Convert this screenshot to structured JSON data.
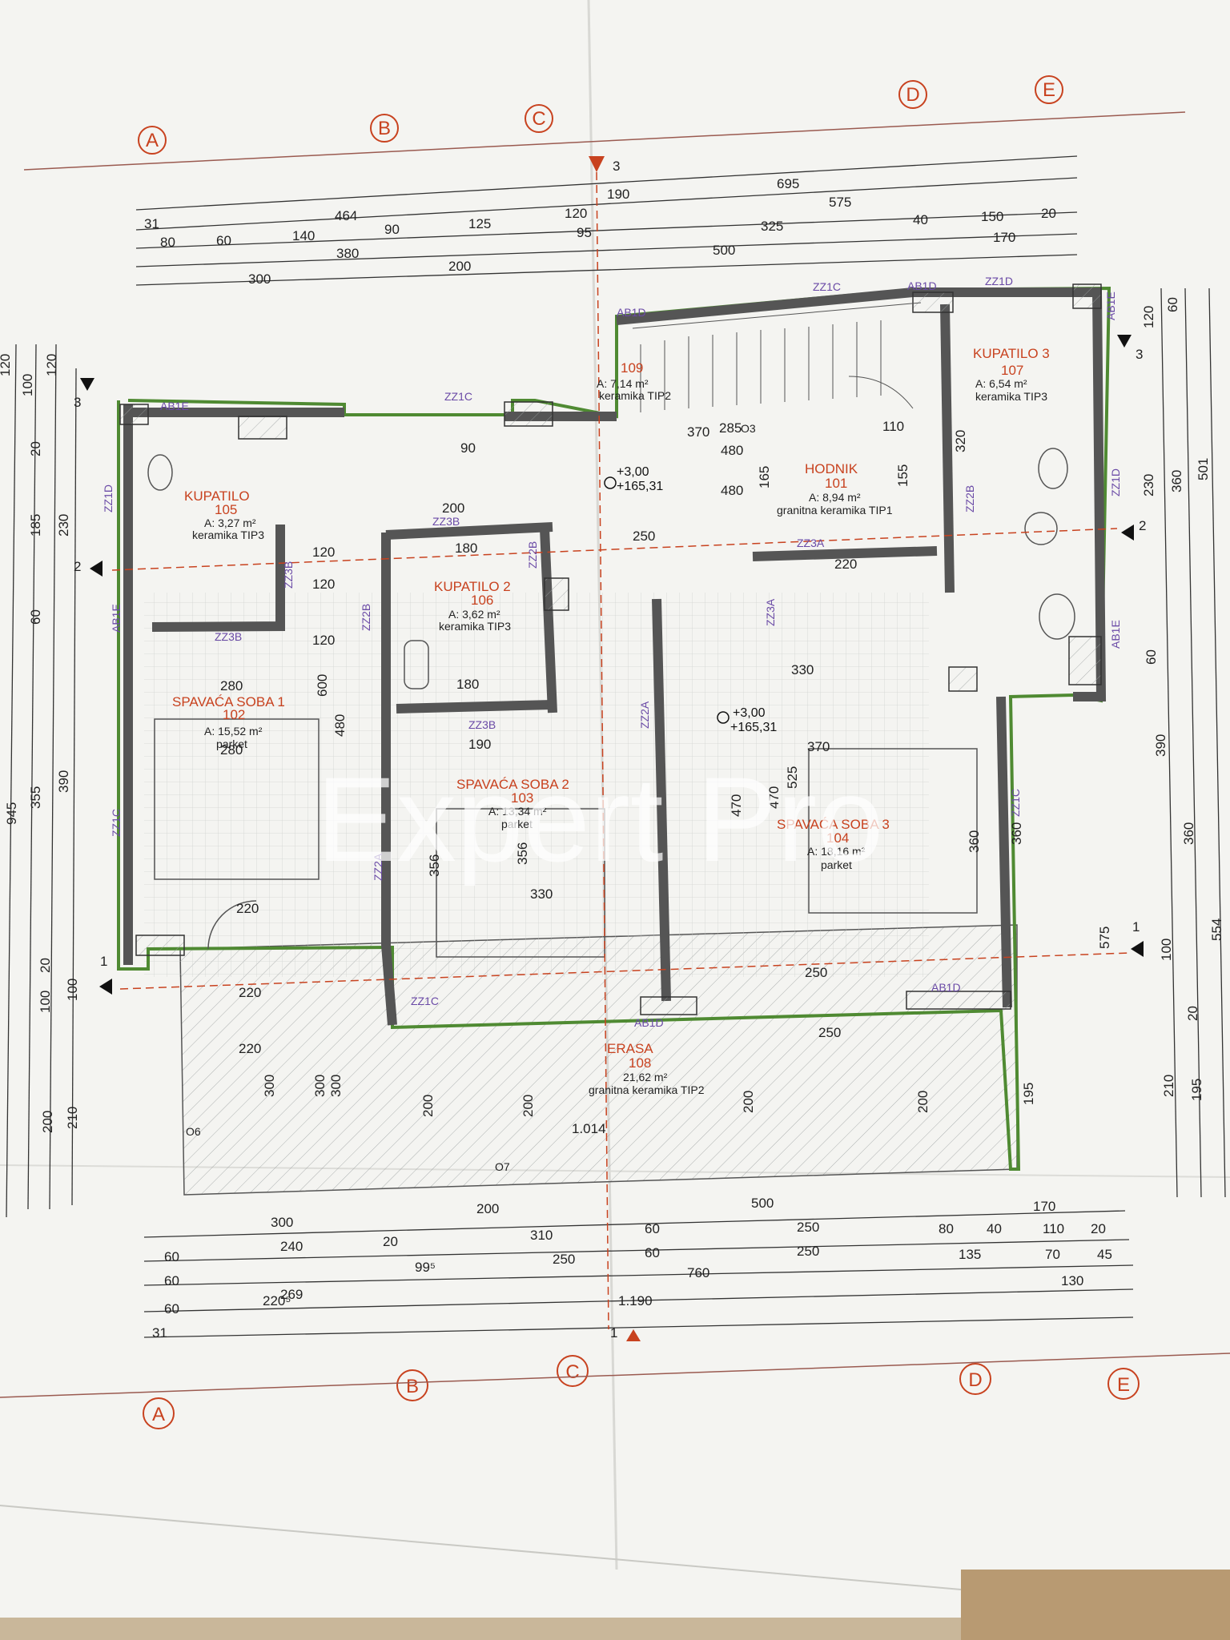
{
  "colors": {
    "paper": "#f4f4f1",
    "wall": "#555555",
    "insulation": "#4f8a32",
    "axis": "#c8421f",
    "tag": "#6a4aa6",
    "dim": "#222222"
  },
  "watermark": "Expert Pro",
  "axes_top": [
    "A",
    "B",
    "C",
    "D",
    "E"
  ],
  "axes_bottom": [
    "A",
    "B",
    "C",
    "D",
    "E"
  ],
  "sections": [
    "1",
    "2",
    "3"
  ],
  "rooms": {
    "kupatilo1": {
      "name": "KUPATILO",
      "num": "105",
      "area": "A: 3,27 m²",
      "finish": "keramika TIP3"
    },
    "kupatilo2": {
      "name": "KUPATILO 2",
      "num": "106",
      "area": "A: 3,62 m²",
      "finish": "keramika TIP3"
    },
    "kupatilo3": {
      "name": "KUPATILO 3",
      "num": "107",
      "area": "A: 6,54 m²",
      "finish": "keramika TIP3"
    },
    "stair": {
      "num": "109",
      "area": "A: 7,14 m²",
      "finish": "keramika TIP2"
    },
    "hodnik": {
      "name": "HODNIK",
      "num": "101",
      "area": "A: 8,94 m²",
      "finish": "granitna keramika TIP1"
    },
    "soba1": {
      "name": "SPAVAĆA SOBA 1",
      "num": "102",
      "area": "A: 15,52 m²",
      "finish": "parket"
    },
    "soba2": {
      "name": "SPAVAĆA SOBA 2",
      "num": "103",
      "area": "A: 13,34 m²",
      "finish": "parket"
    },
    "soba3": {
      "name": "SPAVAĆA SOBA 3",
      "num": "104",
      "area": "A: 18,16 m²",
      "finish": "parket"
    },
    "terasa": {
      "name": "ERASA",
      "num": "108",
      "area": "21,62 m²",
      "finish": "granitna keramika TIP2"
    }
  },
  "levels": {
    "l1a": "+3,00",
    "l1b": "+165,31",
    "l2a": "+3,00",
    "l2b": "+165,31"
  },
  "openings": {
    "o3": "O3",
    "o6": "O6",
    "o7": "O7"
  },
  "wall_tags": {
    "zz1c": "ZZ1C",
    "ab1d": "AB1D",
    "zz1d": "ZZ1D",
    "ab1e": "AB1E",
    "zz3b": "ZZ3B",
    "zz2b": "ZZ2B",
    "zz3a": "ZZ3A",
    "zz2a": "ZZ2A",
    "zz1c2": "ZZ1C",
    "ab1d2": "AB1D",
    "ab1d3": "AB1D"
  },
  "dims_top": {
    "r190": "190",
    "r695": "695",
    "r464": "464",
    "r575": "575",
    "r31": "31",
    "r120": "120",
    "r80": "80",
    "r60": "60",
    "r140": "140",
    "r90": "90",
    "r125": "125",
    "r325": "325",
    "r40": "40",
    "r150": "150",
    "r20": "20",
    "r170": "170",
    "r380": "380",
    "r500": "500",
    "r300": "300",
    "r200": "200",
    "r95": "95"
  },
  "dims_bottom": {
    "b300": "300",
    "b200": "200",
    "b500": "500",
    "b170": "170",
    "b60": "60",
    "b240": "240",
    "b20": "20",
    "b310": "310",
    "b60b": "60",
    "b250": "250",
    "b80": "80",
    "b40": "40",
    "b110": "110",
    "b20b": "20",
    "b60c": "60",
    "b99": "99⁵",
    "b250b": "250",
    "b60d": "60",
    "b250c": "250",
    "b135": "135",
    "b70": "70",
    "b45": "45",
    "b220": "220⁵",
    "b760": "760",
    "b130": "130",
    "b31": "31",
    "b269": "269",
    "b1190": "1.190"
  },
  "dims_left": {
    "l120": "120",
    "l100": "100",
    "l20": "20",
    "l185": "185",
    "l230": "230",
    "l60": "60",
    "l945": "945",
    "l355": "355",
    "l390": "390",
    "l20b": "20",
    "l100b": "100",
    "l100c": "100",
    "l200": "200",
    "l210": "210",
    "l20c": "20"
  },
  "dims_right": {
    "r120": "120",
    "r60": "60",
    "r230": "230",
    "r360": "360",
    "r501": "501",
    "r60b": "60",
    "r390": "390",
    "r360b": "360",
    "r554": "554",
    "r100": "100",
    "r20": "20",
    "r210": "210",
    "r195": "195",
    "r575": "575",
    "r195b": "195"
  },
  "inner": {
    "i370": "370",
    "i285": "285",
    "i480": "480",
    "i165": "165",
    "i110": "110",
    "i155": "155",
    "i250": "250",
    "i320": "320",
    "i220": "220",
    "i330": "330",
    "i470": "470",
    "i525": "525",
    "i370b": "370",
    "i360": "360",
    "i280": "280",
    "i600": "600",
    "i480b": "480",
    "i190": "190",
    "i356": "356",
    "i1014": "1.014",
    "i180": "180",
    "i90": "90",
    "i200": "200",
    "i230": "230",
    "i250b": "250",
    "i300": "300",
    "i220b": "220",
    "i120": "120"
  }
}
